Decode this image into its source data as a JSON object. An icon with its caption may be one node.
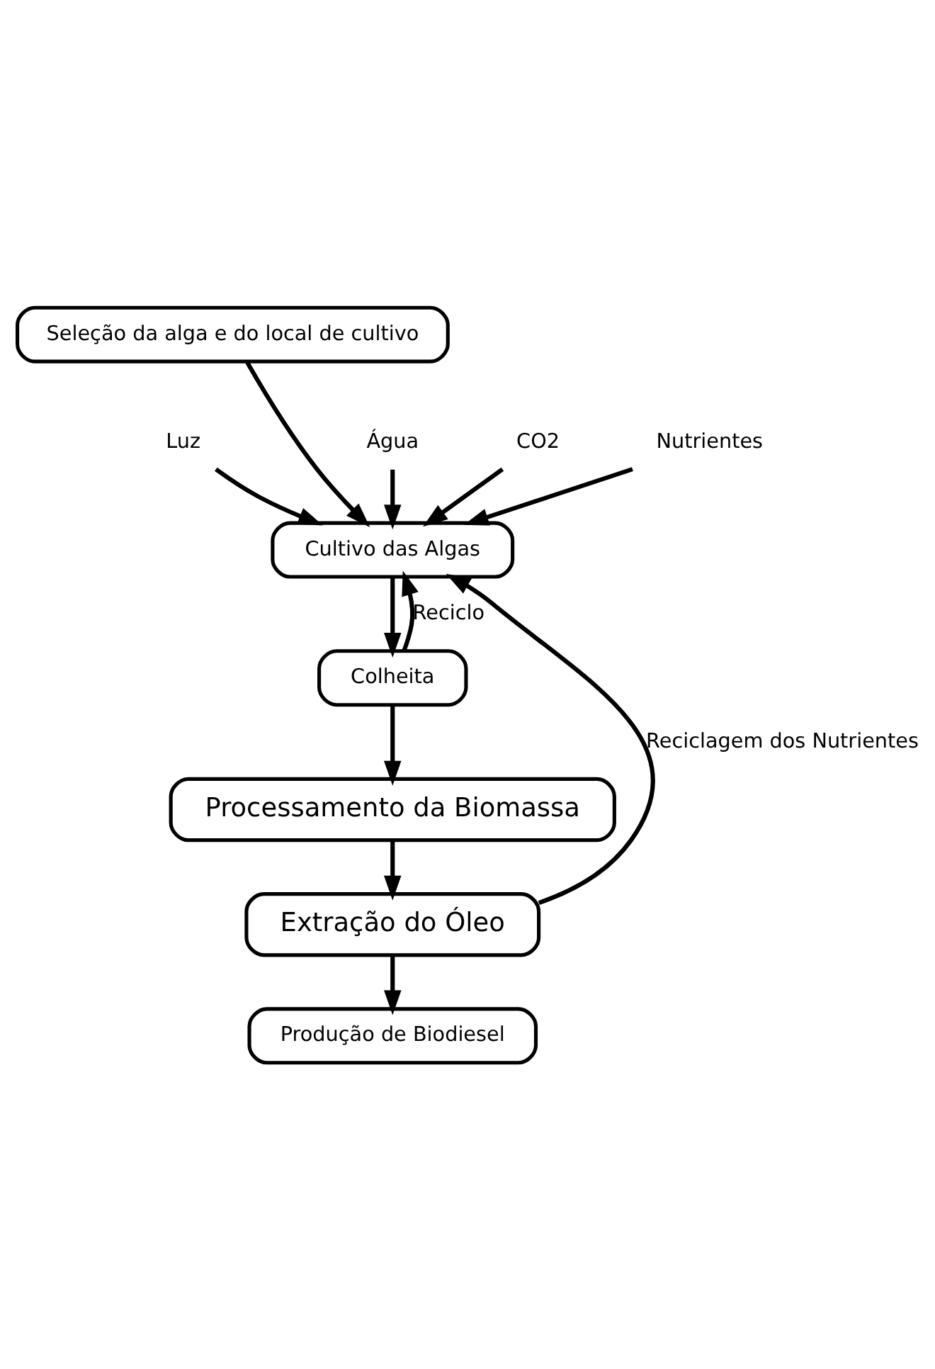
{
  "diagram": {
    "nodes": [
      {
        "text": [
          "Seleção da alga e do local de cultivo"
        ]
      },
      {
        "text": [
          "Luz"
        ]
      },
      {
        "text": [
          "Água"
        ]
      },
      {
        "text": [
          "CO2"
        ]
      },
      {
        "text": [
          "Nutrientes"
        ]
      },
      {
        "text": [
          "Cultivo das Algas"
        ]
      },
      {
        "text": [
          "Colheita"
        ]
      },
      {
        "text": [
          "Processamento da Biomassa"
        ]
      },
      {
        "text": [
          "Extração do Óleo"
        ]
      },
      {
        "text": [
          "Produção de Biodiesel"
        ]
      }
    ],
    "edges": [
      {
        "from": 0,
        "to": 5,
        "arrow": "to"
      },
      {
        "from": 1,
        "to": 5,
        "arrow": "to"
      },
      {
        "from": 2,
        "to": 5,
        "arrow": "to"
      },
      {
        "from": 3,
        "to": 5,
        "arrow": "to"
      },
      {
        "from": 4,
        "to": 5,
        "arrow": "to"
      },
      {
        "from": 5,
        "to": 6,
        "arrow": "to"
      },
      {
        "from": 6,
        "to": 5,
        "arrow": "to",
        "label": "Reciclo"
      },
      {
        "from": 6,
        "to": 7,
        "arrow": "to"
      },
      {
        "from": 7,
        "to": 8,
        "arrow": "to"
      },
      {
        "from": 8,
        "to": 5,
        "arrow": "to",
        "label": "Reciclagem dos Nutrientes"
      },
      {
        "from": 8,
        "to": 9,
        "arrow": "to"
      }
    ]
  }
}
